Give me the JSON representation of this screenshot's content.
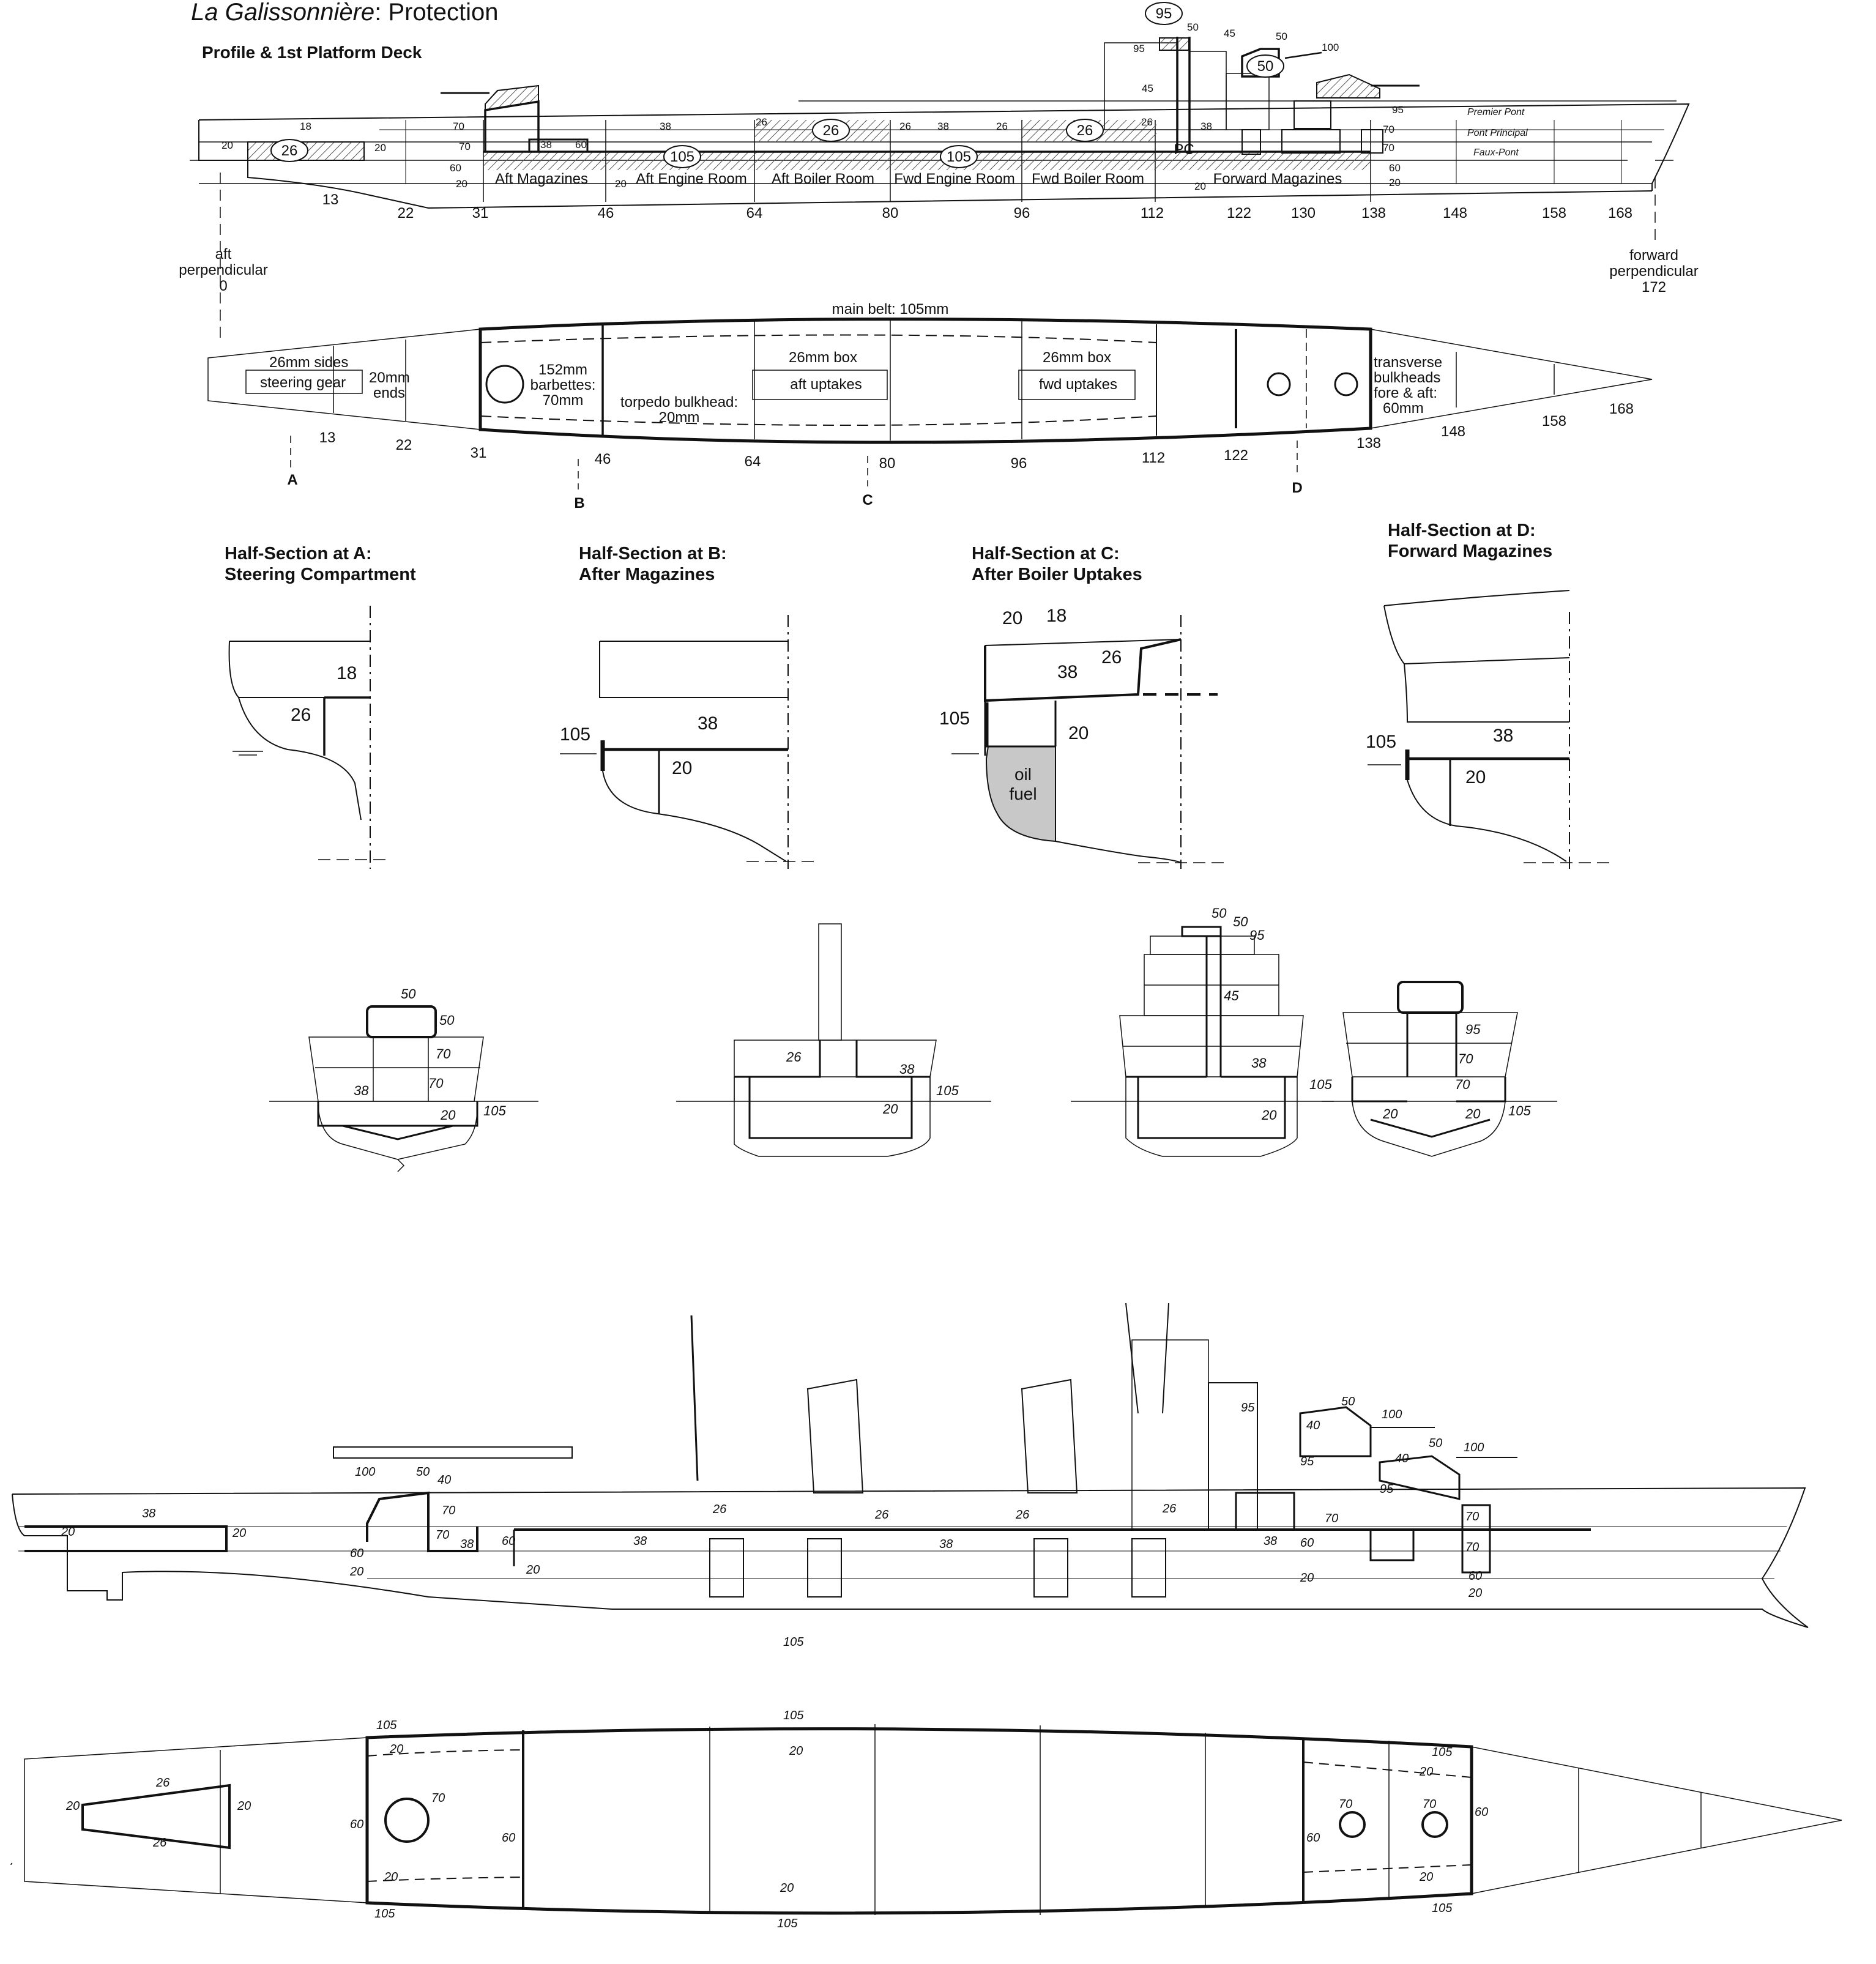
{
  "header": {
    "title_italic": "La Galissonnière",
    "title_rest": ": Protection",
    "subtitle": "Profile & 1st Platform Deck"
  },
  "profile": {
    "frames": [
      "13",
      "22",
      "31",
      "46",
      "64",
      "80",
      "96",
      "112",
      "122",
      "130",
      "138",
      "148",
      "158",
      "168"
    ],
    "compartments": [
      "Aft Magazines",
      "Aft Engine Room",
      "Aft Boiler Room",
      "Fwd Engine Room",
      "Fwd Boiler Room",
      "Forward Magazines"
    ],
    "deck_names": [
      "Premier Pont",
      "Pont Principal",
      "Faux-Pont"
    ],
    "circled": [
      "26",
      "105",
      "26",
      "105",
      "26",
      "95",
      "50"
    ],
    "small_numbers": [
      "18",
      "20",
      "20",
      "70",
      "70",
      "60",
      "20",
      "38",
      "60",
      "38",
      "26",
      "20",
      "26",
      "38",
      "26",
      "26",
      "38",
      "45",
      "95",
      "50",
      "45",
      "50",
      "100",
      "95",
      "70",
      "70",
      "60",
      "20",
      "20"
    ],
    "pc": "PC",
    "aft_perp": [
      "aft",
      "perpendicular",
      "0"
    ],
    "fwd_perp": [
      "forward",
      "perpendicular",
      "172"
    ]
  },
  "plan": {
    "belt": "main belt: 105mm",
    "steering": [
      "26mm sides",
      "steering gear",
      "20mm",
      "ends"
    ],
    "barbettes": [
      "152mm",
      "barbettes:",
      "70mm"
    ],
    "torpedo": [
      "torpedo bulkhead:",
      "20mm"
    ],
    "aft_box": [
      "26mm box",
      "aft uptakes"
    ],
    "fwd_box": [
      "26mm box",
      "fwd uptakes"
    ],
    "transverse": [
      "transverse",
      "bulkheads",
      "fore & aft:",
      "60mm"
    ],
    "frames": [
      "13",
      "22",
      "31",
      "46",
      "64",
      "80",
      "96",
      "112",
      "122",
      "138",
      "148",
      "158",
      "168"
    ],
    "section_letters": [
      "A",
      "B",
      "C",
      "D"
    ]
  },
  "half_sections": {
    "a": {
      "title": "Half-Section at A:\nSteering Compartment",
      "labels": [
        "18",
        "26"
      ]
    },
    "b": {
      "title": "Half-Section at B:\nAfter Magazines",
      "labels": [
        "105",
        "38",
        "20"
      ]
    },
    "c": {
      "title": "Half-Section at C:\nAfter Boiler Uptakes",
      "labels": [
        "20",
        "18",
        "26",
        "38",
        "105",
        "20"
      ],
      "fuel": [
        "oil",
        "fuel"
      ]
    },
    "d": {
      "title": "Half-Section at D:\nForward Magazines",
      "labels": [
        "105",
        "38",
        "20"
      ]
    }
  },
  "sketch_sections": {
    "one": [
      "50",
      "50",
      "70",
      "70",
      "38",
      "20",
      "105"
    ],
    "two": [
      "26",
      "38",
      "20",
      "105"
    ],
    "three": [
      "50",
      "50",
      "95",
      "45",
      "38",
      "105",
      "20"
    ],
    "four": [
      "95",
      "70",
      "70",
      "20",
      "20",
      "105"
    ]
  },
  "sketch_profile": {
    "labels": [
      "38",
      "20",
      "20",
      "100",
      "50",
      "40",
      "70",
      "70",
      "38",
      "60",
      "60",
      "20",
      "20",
      "38",
      "26",
      "38",
      "26",
      "26",
      "26",
      "95",
      "40",
      "50",
      "100",
      "95",
      "70",
      "95",
      "50",
      "40",
      "100",
      "70",
      "38",
      "60",
      "20",
      "70",
      "60",
      "20"
    ],
    "stray": "105"
  },
  "sketch_plan": {
    "labels": [
      "105",
      "20",
      "26",
      "20",
      "20",
      "26",
      "70",
      "60",
      "60",
      "20",
      "105",
      "105",
      "20",
      "20",
      "105",
      "105",
      "20",
      "70",
      "70",
      "60",
      "60",
      "20",
      "105"
    ]
  },
  "colors": {
    "ink": "#111111",
    "hatch": "#555555",
    "fuel": "#c8c8c8"
  }
}
